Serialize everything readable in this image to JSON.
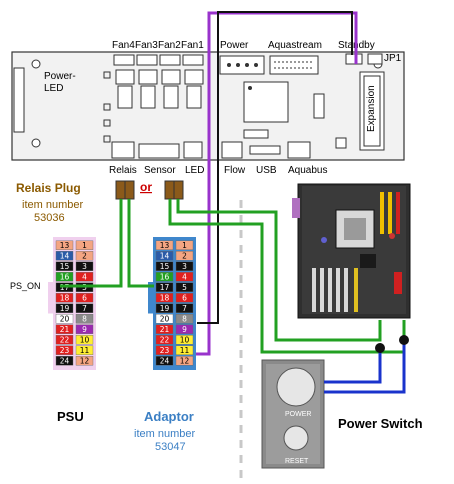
{
  "board": {
    "headers": [
      "Fan4",
      "Fan3",
      "Fan2",
      "Fan1",
      "Power",
      "Aquastream",
      "Standby",
      "JP1"
    ],
    "power_led": [
      "Power-",
      "LED"
    ],
    "expansion": "Expansion",
    "bottom_labels": [
      "Relais",
      "Sensor",
      "LED",
      "Flow",
      "USB",
      "Aquabus"
    ]
  },
  "relais_plug": {
    "title": "Relais Plug",
    "item": "item number",
    "number": "53036"
  },
  "or_label": "or",
  "psu": {
    "label": "PSU",
    "ps_on": "PS_ON",
    "left": [
      "13",
      "14",
      "15",
      "16",
      "17",
      "18",
      "19",
      "20",
      "21",
      "22",
      "23",
      "24"
    ],
    "right": [
      "1",
      "2",
      "3",
      "4",
      "5",
      "6",
      "7",
      "8",
      "9",
      "10",
      "11",
      "12"
    ],
    "left_colors": [
      "#f4a582",
      "#2b5ba8",
      "#111111",
      "#22a022",
      "#111111",
      "#e02020",
      "#111111",
      "#ffffff",
      "#e02020",
      "#e02020",
      "#e02020",
      "#111111"
    ],
    "right_colors": [
      "#f4a582",
      "#f4a582",
      "#111111",
      "#e02020",
      "#111111",
      "#e02020",
      "#111111",
      "#8a8a8a",
      "#9a2ab0",
      "#ffee33",
      "#ffee33",
      "#f4a582"
    ],
    "left_text": [
      "#000000",
      "#ffffff",
      "#ffffff",
      "#ffffff",
      "#ffffff",
      "#ffffff",
      "#ffffff",
      "#000000",
      "#ffffff",
      "#ffffff",
      "#ffffff",
      "#ffffff"
    ],
    "right_text": [
      "#000000",
      "#000000",
      "#ffffff",
      "#ffffff",
      "#ffffff",
      "#ffffff",
      "#ffffff",
      "#ffffff",
      "#ffffff",
      "#000000",
      "#000000",
      "#000000"
    ]
  },
  "adaptor": {
    "label": "Adaptor",
    "item": "item number",
    "number": "53047"
  },
  "power_switch": {
    "label": "Power Switch",
    "power": "POWER",
    "reset": "RESET"
  },
  "colors": {
    "green": "#22a022",
    "blue": "#1a33cc",
    "purple": "#9933cc",
    "adaptor_title": "#3b7fc4",
    "relais_title": "#8b5a00",
    "or": "#cc0000"
  }
}
